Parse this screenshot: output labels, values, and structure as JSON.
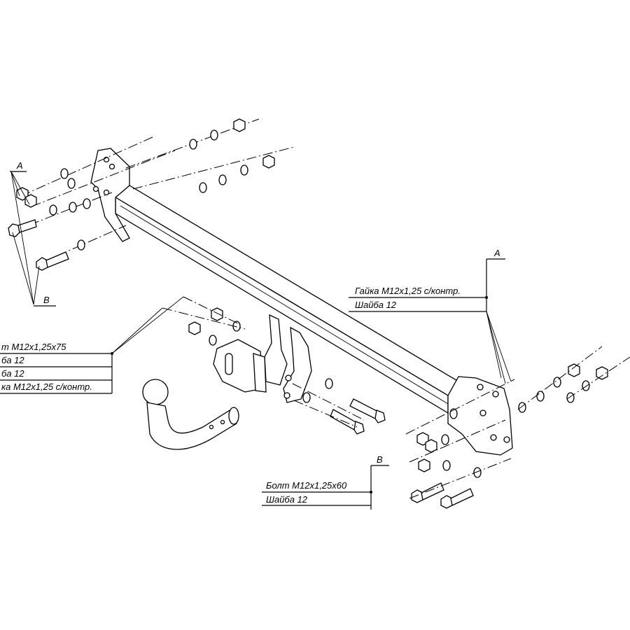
{
  "callouts": {
    "right_A": {
      "letter": "A",
      "lines": [
        "Гайка M12x1,25 c/контр.",
        "Шайба 12"
      ]
    },
    "left_A": {
      "letter": "A"
    },
    "left_B": {
      "letter": "B"
    },
    "bottom_B": {
      "letter": "B",
      "lines": [
        "Болт M12x1,25x60",
        "Шайба 12"
      ]
    },
    "left_center": {
      "lines": [
        "т M12x1,25x75",
        "ба 12",
        "ба 12",
        "ка M12x1,25 c/контр."
      ]
    }
  },
  "icons": {
    "frame": "crossbar-frame-icon",
    "ball": "tow-ball-icon",
    "plate": "socket-plate-icon",
    "nut": "nut-icon",
    "washer": "washer-icon",
    "bolt": "bolt-icon"
  }
}
